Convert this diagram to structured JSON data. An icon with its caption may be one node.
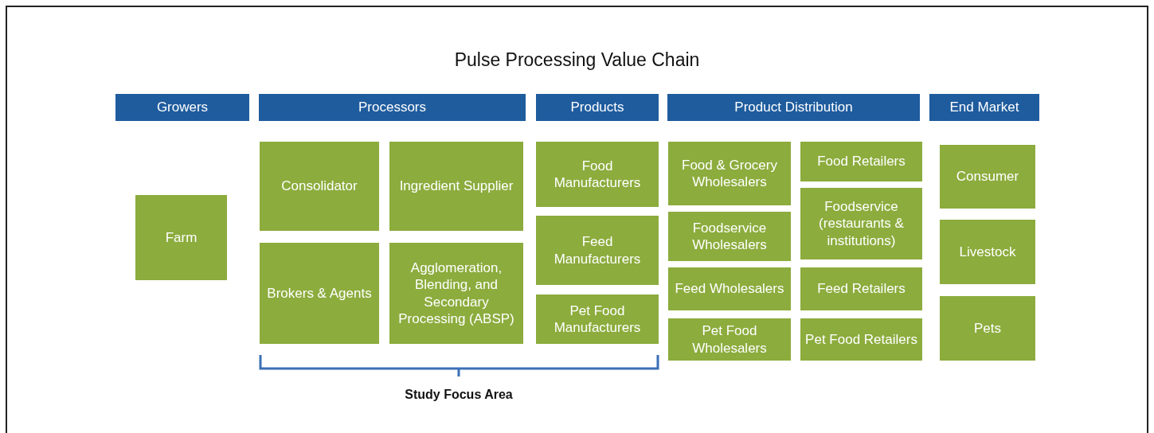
{
  "diagram": {
    "title": "Pulse Processing Value Chain",
    "nodes": [
      {
        "text": [
          "Growers"
        ]
      },
      {
        "text": [
          "Processors"
        ]
      },
      {
        "text": [
          "Products"
        ]
      },
      {
        "text": [
          "Product Distribution"
        ]
      },
      {
        "text": [
          "End Market"
        ]
      },
      {
        "text": [
          "Farm"
        ]
      },
      {
        "text": [
          "Consolidator"
        ]
      },
      {
        "text": [
          "Ingredient Supplier"
        ]
      },
      {
        "text": [
          "Brokers & Agents"
        ]
      },
      {
        "text": [
          "Agglomeration, Blending, and Secondary Processing (ABSP)"
        ]
      },
      {
        "text": [
          "Food Manufacturers"
        ]
      },
      {
        "text": [
          "Feed Manufacturers"
        ]
      },
      {
        "text": [
          "Pet Food Manufacturers"
        ]
      },
      {
        "text": [
          "Food & Grocery Wholesalers"
        ]
      },
      {
        "text": [
          "Food Retailers"
        ]
      },
      {
        "text": [
          "Foodservice Wholesalers"
        ]
      },
      {
        "text": [
          "Foodservice (restaurants & institutions)"
        ]
      },
      {
        "text": [
          "Feed Wholesalers"
        ]
      },
      {
        "text": [
          "Feed Retailers"
        ]
      },
      {
        "text": [
          "Pet Food Wholesalers"
        ]
      },
      {
        "text": [
          "Pet Food Retailers"
        ]
      },
      {
        "text": [
          "Consumer"
        ]
      },
      {
        "text": [
          "Livestock"
        ]
      },
      {
        "text": [
          "Pets"
        ]
      }
    ],
    "labels": [
      "Study Focus Area"
    ]
  }
}
